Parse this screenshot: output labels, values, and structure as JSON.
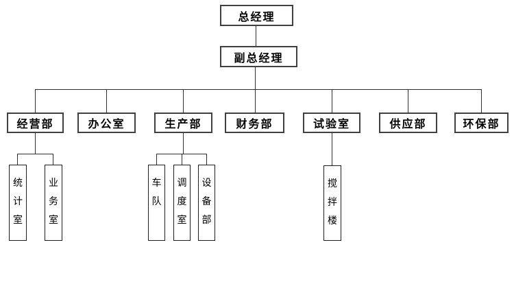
{
  "org": {
    "root": {
      "label": "总经理"
    },
    "deputy": {
      "label": "副总经理"
    },
    "departments": [
      {
        "label": "经营部"
      },
      {
        "label": "办公室"
      },
      {
        "label": "生产部"
      },
      {
        "label": "财务部"
      },
      {
        "label": "试验室"
      },
      {
        "label": "供应部"
      },
      {
        "label": "环保部"
      }
    ],
    "sub_units": [
      {
        "parent": "经营部",
        "label": "统计室"
      },
      {
        "parent": "经营部",
        "label": "业务室"
      },
      {
        "parent": "生产部",
        "label": "车队"
      },
      {
        "parent": "生产部",
        "label": "调度室"
      },
      {
        "parent": "生产部",
        "label": "设备部"
      },
      {
        "parent": "试验室",
        "label": "搅拌楼"
      }
    ],
    "colors": {
      "background": "#ffffff",
      "box_border": "#3f3f3f",
      "sub_box_border": "#1e1e1e",
      "line": "#2e2e2e",
      "text": "#000000"
    }
  }
}
